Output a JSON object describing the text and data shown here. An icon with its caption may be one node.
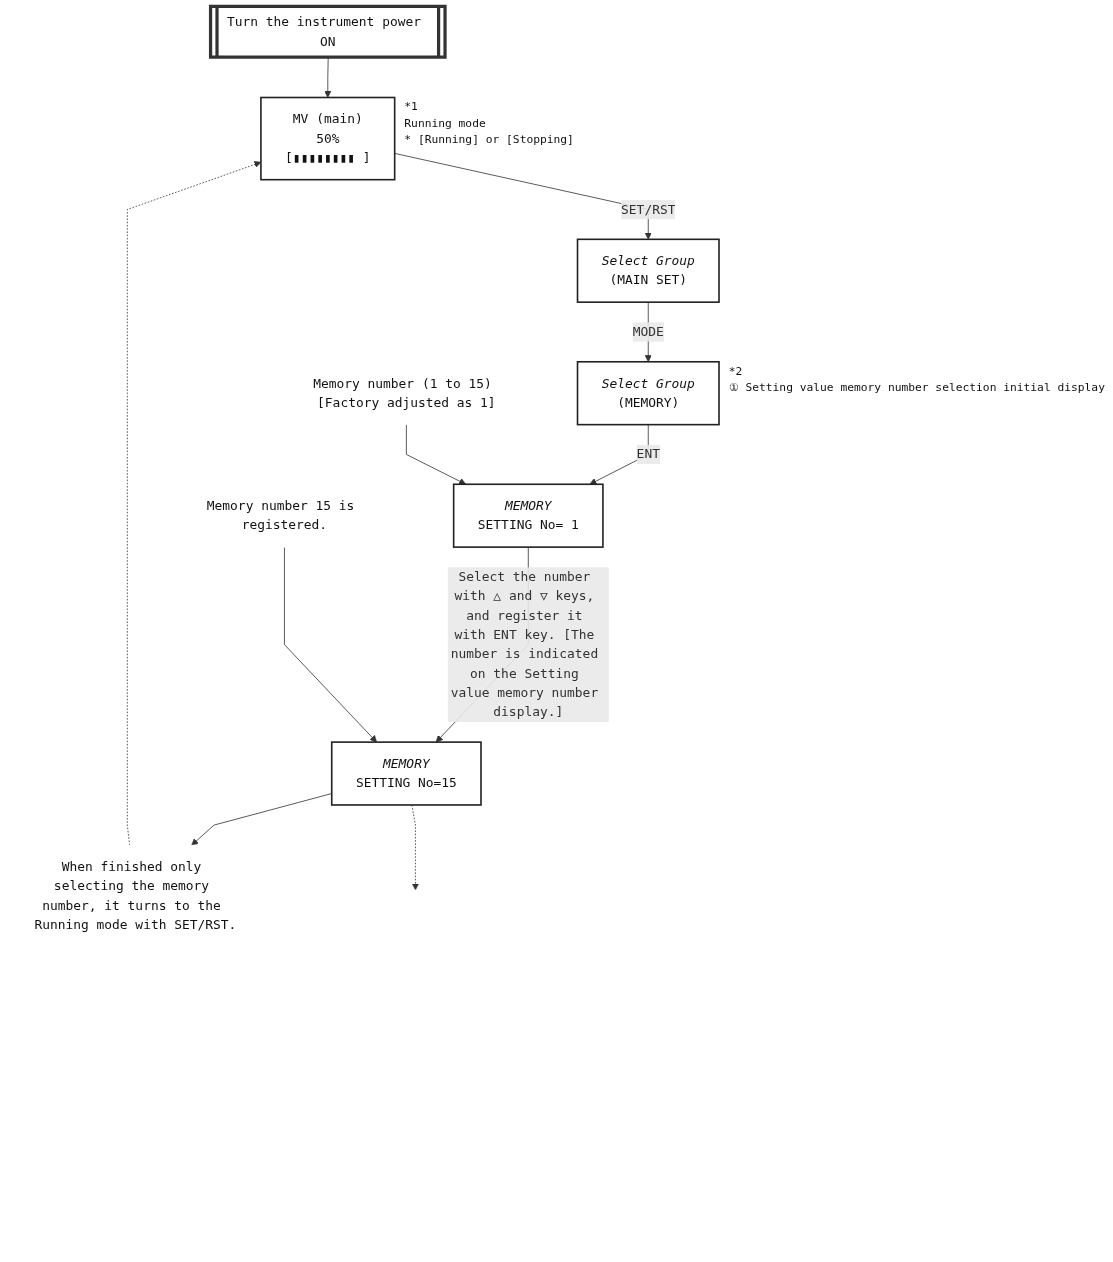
{
  "diagram": {
    "nodes": [
      {
        "text": [
          "Turn the instrument power ON"
        ]
      },
      {
        "text": [
          "MV (main)",
          "50%",
          "[▮▮▮▮▮▮▮▮ ]"
        ],
        "beside": [
          "*1",
          "Running mode",
          "* [Running] or [Stopping]"
        ]
      },
      {
        "text": [
          "*Select Group*",
          "(MAIN SET)"
        ]
      },
      {
        "text": [
          "*Select Group*",
          "(MEMORY)"
        ],
        "beside": [
          "*2",
          "① Setting value memory number selection initial display"
        ]
      },
      {
        "text": [
          "*MEMORY*",
          "SETTING No= 1"
        ]
      },
      {
        "text": [
          "*MEMORY*",
          "SETTING No=15"
        ]
      },
      {
        "text": [
          "Memory number (1 to 15) [Factory adjusted as 1]"
        ]
      },
      {
        "text": [
          "Memory number 15 is registered."
        ]
      },
      {
        "text": [
          "When finished only selecting the memory number, it turns to the Running mode with SET/RST."
        ]
      }
    ],
    "edges": [
      {
        "from": 0,
        "to": 1,
        "arrow": "to"
      },
      {
        "from": 1,
        "to": 2,
        "arrow": "to",
        "label": "SET/RST"
      },
      {
        "from": 2,
        "to": 3,
        "arrow": "to",
        "label": "MODE"
      },
      {
        "from": 3,
        "to": 4,
        "arrow": "to",
        "label": "ENT"
      },
      {
        "from": 6,
        "to": 4,
        "arrow": "to"
      },
      {
        "from": 4,
        "to": 5,
        "arrow": "to",
        "label": "Select the number with △ and ▽ keys, and register it with ENT key. [The number is indicated on the Setting value memory number display.]"
      },
      {
        "from": 7,
        "to": 5,
        "arrow": "to"
      },
      {
        "from": 5,
        "to": 8,
        "arrow": "to"
      },
      {
        "from": 5,
        "to": null,
        "arrow": "to",
        "style": "dashed"
      },
      {
        "from": 8,
        "to": 1,
        "arrow": "to",
        "style": "dashed"
      }
    ]
  }
}
